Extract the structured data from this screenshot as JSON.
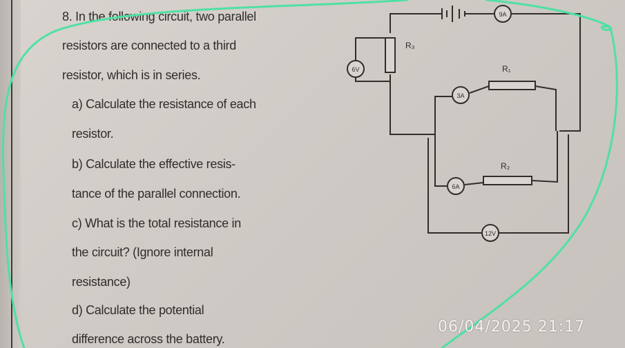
{
  "question": {
    "number_and_intro": [
      "8.   In the following circuit, two parallel",
      "resistors are connected to a third",
      "resistor, which is in series."
    ],
    "parts": [
      [
        "a)   Calculate the resistance of each",
        "resistor."
      ],
      [
        "b)   Calculate the effective resis-",
        "tance of the parallel connection."
      ],
      [
        "c)   What is the total resistance in",
        "the circuit? (Ignore internal",
        "resistance)"
      ],
      [
        "d)   Calculate the potential",
        "difference across the battery."
      ]
    ]
  },
  "circuit": {
    "labels": {
      "r3": "R₃",
      "r1": "R₁",
      "r2": "R₂",
      "ammeter_top": "9A",
      "ammeter_r1": "3A",
      "ammeter_r2": "6A",
      "voltmeter_r3": "6V",
      "voltmeter_bottom": "12V"
    }
  },
  "timestamp": "06/04/2025  21:17",
  "colors": {
    "ink": "#2f2d2c",
    "annotation": "#4fe0a4",
    "paper": "#d4cfca"
  }
}
